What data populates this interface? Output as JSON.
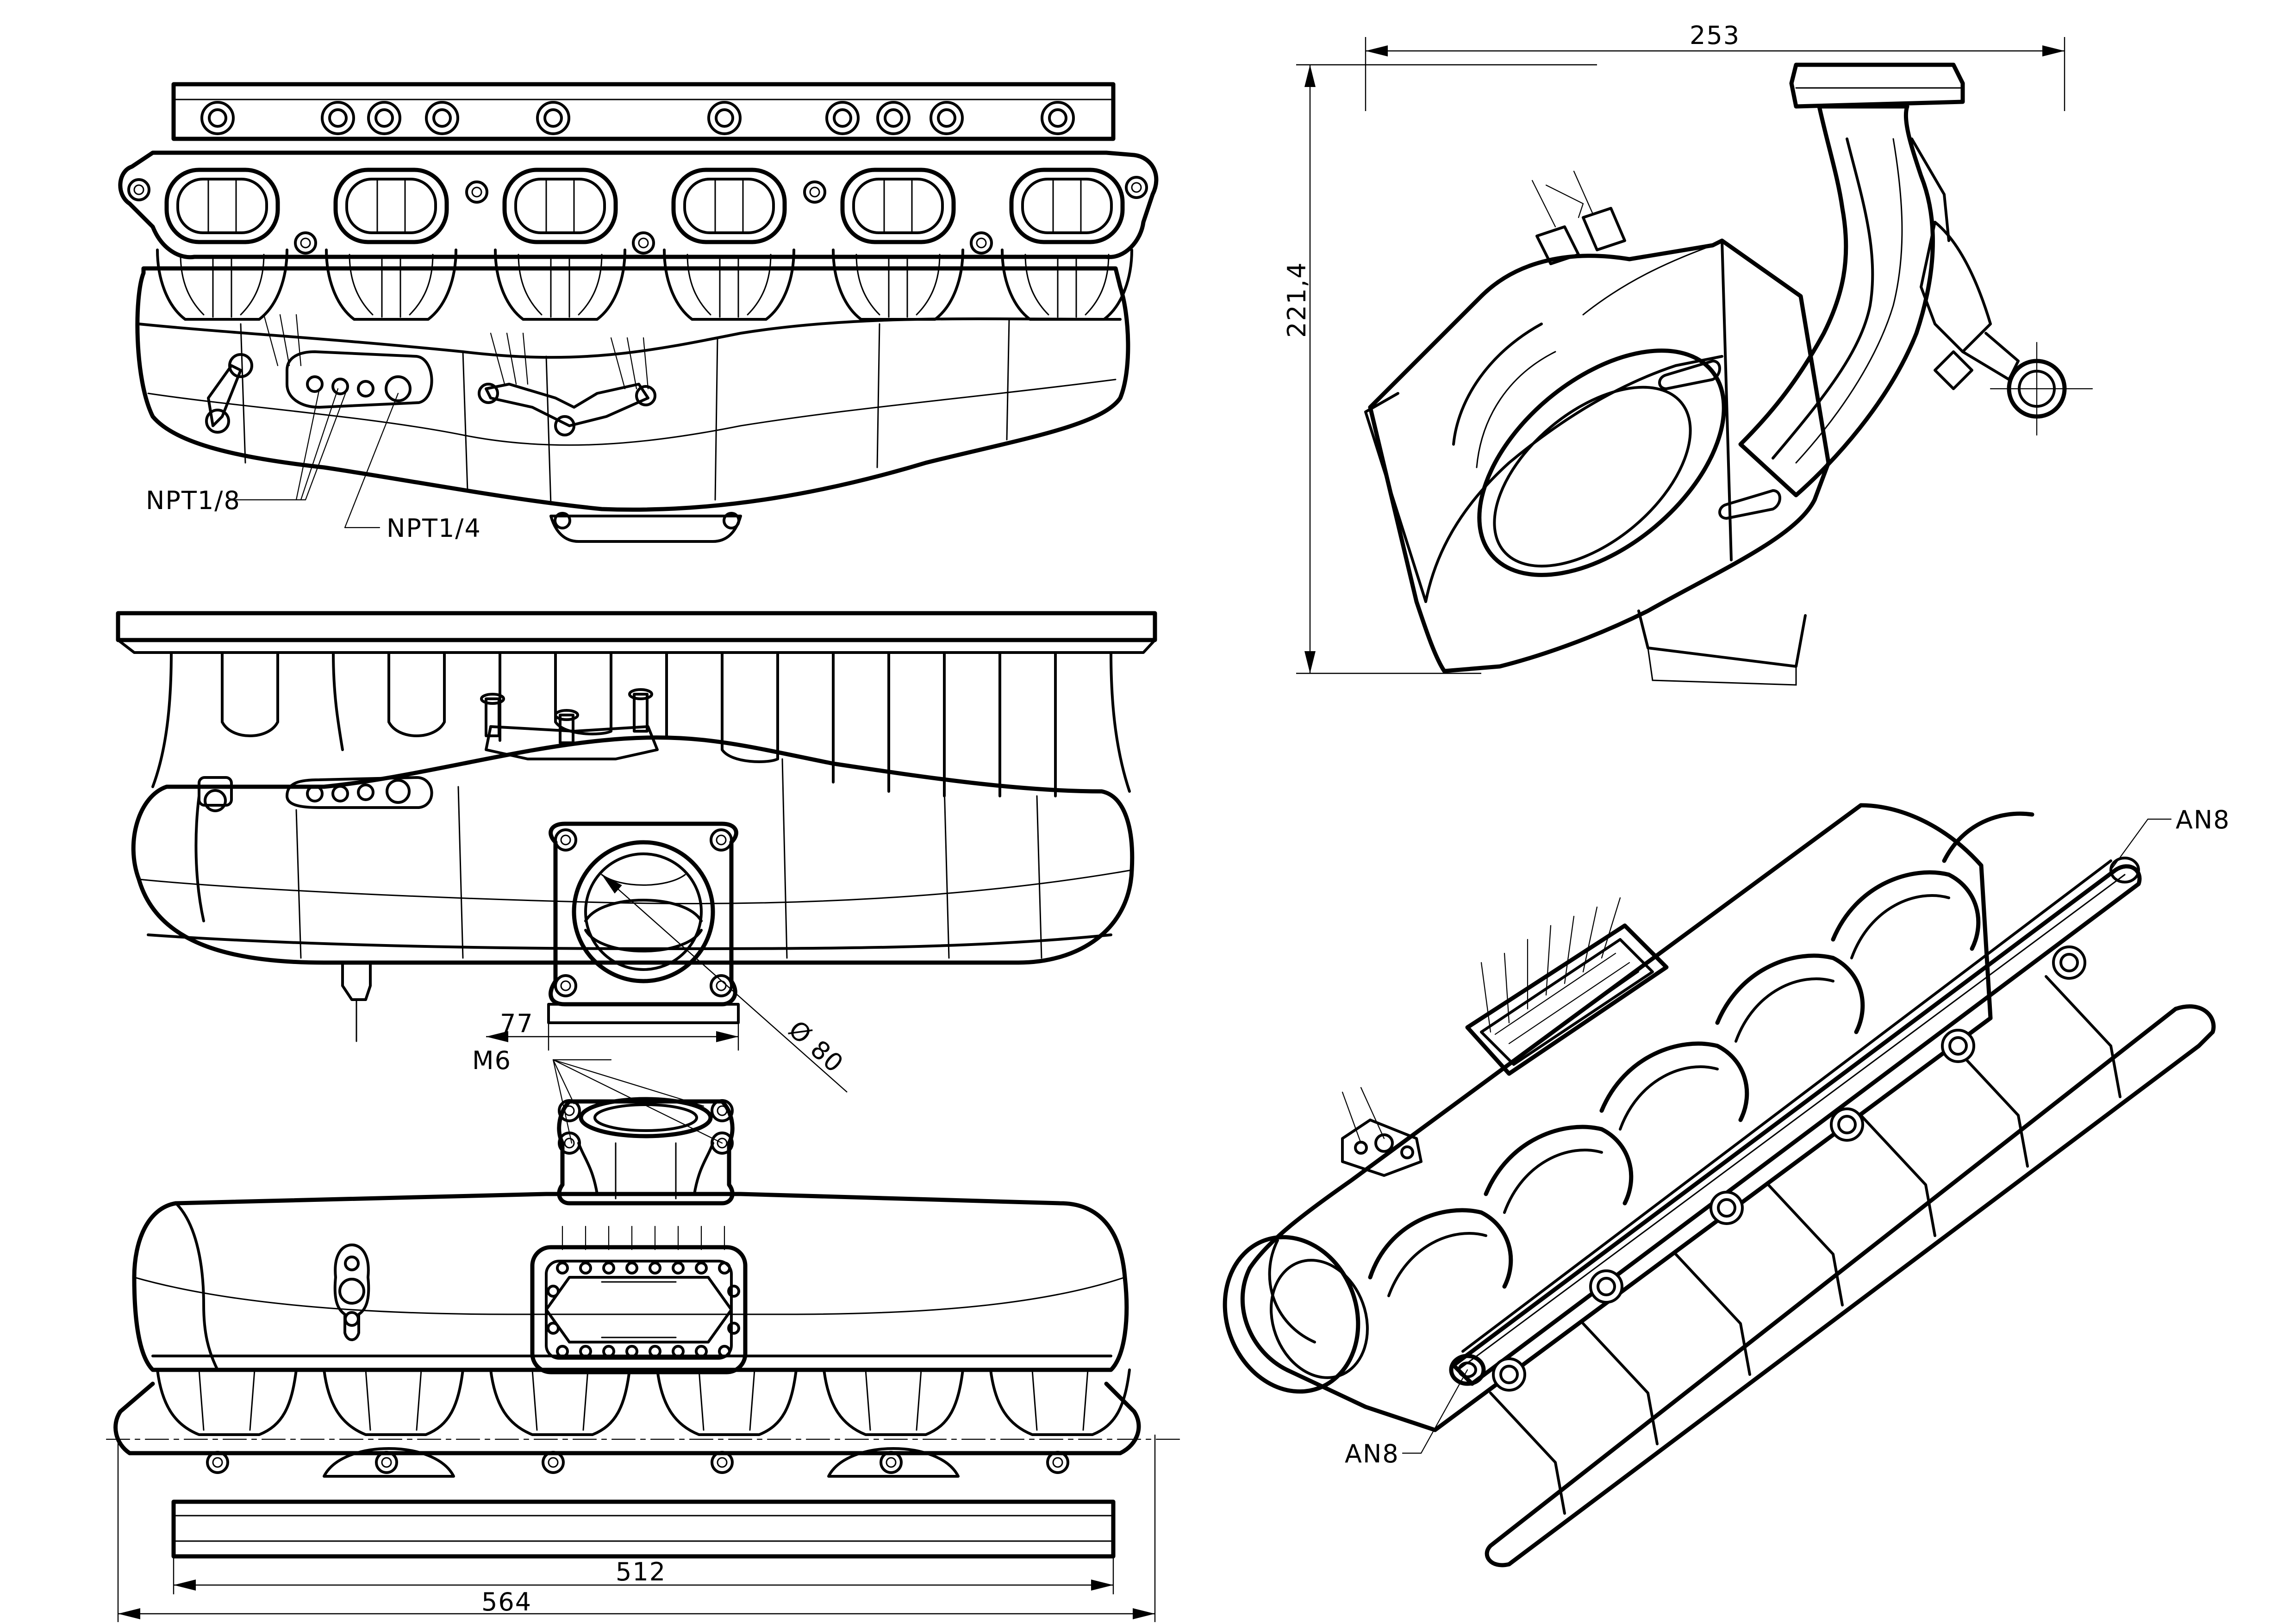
{
  "drawing": {
    "background": "#ffffff",
    "line_color": "#000000"
  },
  "labels": {
    "npt_1_8": "NPT1/8",
    "npt_1_4": "NPT1/4",
    "an8_top": "AN8",
    "an8_bottom": "AN8",
    "m6": "M6"
  },
  "dimensions": {
    "width_253": "253",
    "height_221_4": "221,4",
    "throttle_77": "77",
    "diameter_80": "Ø 80",
    "rail_512": "512",
    "overall_564": "564"
  }
}
